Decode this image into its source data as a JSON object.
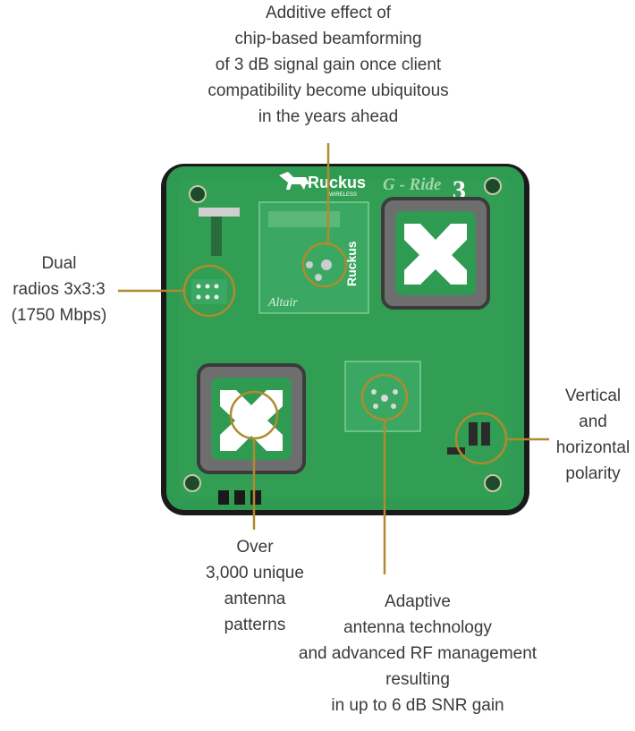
{
  "colors": {
    "board_green": "#2f9a52",
    "board_dark": "#1f7a3e",
    "callout_gold": "#b08a2e",
    "enclosure": "#1a1a1a",
    "text": "#3a3a3a"
  },
  "board": {
    "brand": "Ruckus",
    "brand_sub": "WIRELESS",
    "product": "G - Ride",
    "product_num": "3",
    "module_brand": "Ruckus",
    "module_script": "Altair"
  },
  "callouts": {
    "beamforming": "Additive effect of\nchip-based beamforming\nof 3 dB signal gain once client\ncompatibility become ubiquitous\nin the years ahead",
    "dual_radios": "Dual\nradios 3x3:3\n(1750 Mbps)",
    "polarity": "Vertical\nand\nhorizontal\npolarity",
    "patterns": "Over\n3,000 unique\nantenna\npatterns",
    "adaptive": "Adaptive\nantenna technology\nand advanced RF management\nresulting\nin up to 6 dB SNR gain"
  },
  "icons": {
    "logo": "dog-logo-icon",
    "antenna": "x-antenna-icon"
  }
}
